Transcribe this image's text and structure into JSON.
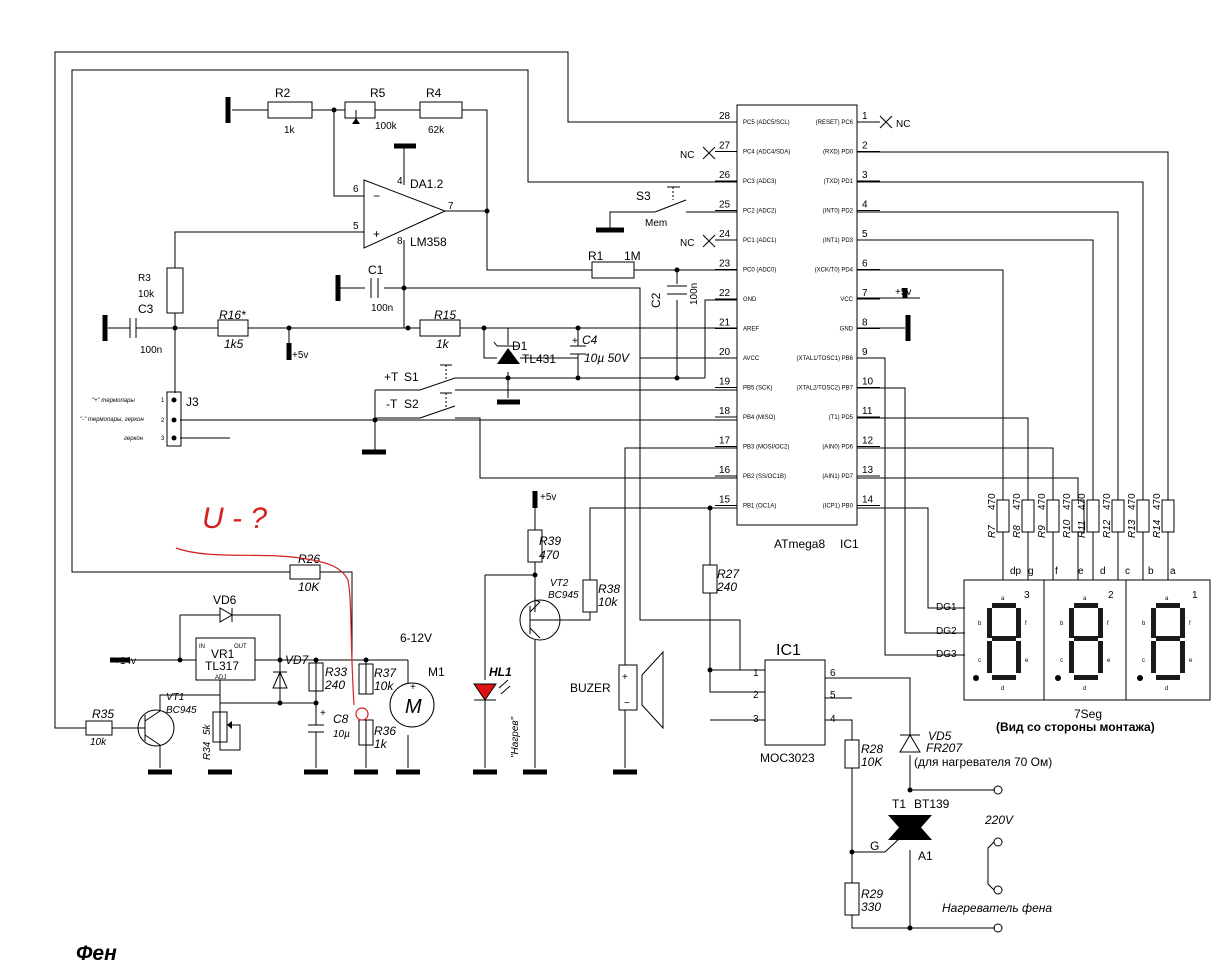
{
  "title": "Фен",
  "mcu": {
    "name": "ATmega8",
    "ref": "IC1",
    "left_pins": [
      {
        "num": "28",
        "label": "PC5 (ADC5/SCL)"
      },
      {
        "num": "27",
        "label": "PC4 (ADC4/SDA)"
      },
      {
        "num": "26",
        "label": "PC3 (ADC3)"
      },
      {
        "num": "25",
        "label": "PC2 (ADC2)"
      },
      {
        "num": "24",
        "label": "PC1 (ADC1)"
      },
      {
        "num": "23",
        "label": "PC0 (ADC0)"
      },
      {
        "num": "22",
        "label": "GND"
      },
      {
        "num": "21",
        "label": "AREF"
      },
      {
        "num": "20",
        "label": "AVCC"
      },
      {
        "num": "19",
        "label": "PB5 (SCK)"
      },
      {
        "num": "18",
        "label": "PB4 (MISO)"
      },
      {
        "num": "17",
        "label": "PB3 (MOSI/OC2)"
      },
      {
        "num": "16",
        "label": "PB2 (SS/OC1B)"
      },
      {
        "num": "15",
        "label": "PB1 (OC1A)"
      }
    ],
    "right_pins": [
      {
        "num": "1",
        "label": "(RESET) PC6"
      },
      {
        "num": "2",
        "label": "(RXD) PD0"
      },
      {
        "num": "3",
        "label": "(TXD) PD1"
      },
      {
        "num": "4",
        "label": "(INT0) PD2"
      },
      {
        "num": "5",
        "label": "(INT1) PD3"
      },
      {
        "num": "6",
        "label": "(XCK/T0) PD4"
      },
      {
        "num": "7",
        "label": "VCC"
      },
      {
        "num": "8",
        "label": "GND"
      },
      {
        "num": "9",
        "label": "(XTAL1/TOSC1) PB6"
      },
      {
        "num": "10",
        "label": "(XTAL2/TOSC2) PB7"
      },
      {
        "num": "11",
        "label": "(T1) PD5"
      },
      {
        "num": "12",
        "label": "(AIN0) PD6"
      },
      {
        "num": "13",
        "label": "(AIN1) PD7"
      },
      {
        "num": "14",
        "label": "(ICP1) PB0"
      }
    ]
  },
  "opamp": {
    "ref": "DA1.2",
    "part": "LM358",
    "pin_minus": "6",
    "pin_plus": "5",
    "pin_out": "7",
    "pin_v": "4",
    "pin_g": "8",
    "minus": "−",
    "plus": "+"
  },
  "labels": {
    "nc": "NC",
    "plus5v": "+5v",
    "plus14v": "+14v",
    "s3": "S3",
    "mem": "Mem",
    "s1": "S1",
    "s2": "S2",
    "plusT": "+T",
    "minusT": "-T",
    "j3": "J3",
    "j3_1": "\"+\" термопары",
    "j3_2": "\"-\" термопары, геркон",
    "j3_3": "геркон",
    "j3_n1": "1",
    "j3_n2": "2",
    "j3_n3": "3",
    "hl1": "HL1",
    "nagrev": "\"Нагрев\"",
    "buzer": "BUZER",
    "m1": "M1",
    "m1v": "6-12V",
    "m1sym": "M",
    "vr1": "VR1",
    "tl317": "TL317",
    "in": "IN",
    "out": "OUT",
    "adj": "ADJ",
    "vd6": "VD6",
    "vd7": "VD7",
    "vt1": "VT1",
    "vt1p": "BC945",
    "vt2": "VT2",
    "vt2p": "BC945",
    "d1": "D1",
    "d1p": "TL431",
    "ic1b": "IC1",
    "moc": "MOC3023",
    "moc_1": "1",
    "moc_2": "2",
    "moc_3": "3",
    "moc_4": "4",
    "moc_5": "5",
    "moc_6": "6",
    "vd5": "VD5",
    "vd5p": "FR207",
    "vd5note": "(для нагревателя 70 Ом)",
    "t1": "T1",
    "t1p": "BT139",
    "g": "G",
    "a1": "A1",
    "v220": "220V",
    "heater": "Нагреватель фена",
    "seg7": "7Seg",
    "seg_note": "(Вид со стороны монтажа)",
    "dg1": "DG1",
    "dg2": "DG2",
    "dg3": "DG3",
    "dig3": "3",
    "dig2": "2",
    "dig1": "1",
    "annot": "U - ?"
  },
  "resistors": [
    {
      "ref": "R2",
      "val": "1k"
    },
    {
      "ref": "R5",
      "val": "100k"
    },
    {
      "ref": "R4",
      "val": "62k"
    },
    {
      "ref": "R3",
      "val": "10k"
    },
    {
      "ref": "R16*",
      "val": "1k5"
    },
    {
      "ref": "R15",
      "val": "1k"
    },
    {
      "ref": "R1",
      "val": "1M"
    },
    {
      "ref": "R26",
      "val": "10K"
    },
    {
      "ref": "R35",
      "val": "10k"
    },
    {
      "ref": "R33",
      "val": "240"
    },
    {
      "ref": "R37",
      "val": "10k"
    },
    {
      "ref": "R36",
      "val": "1k"
    },
    {
      "ref": "R34",
      "val": "5k"
    },
    {
      "ref": "R39",
      "val": "470"
    },
    {
      "ref": "R38",
      "val": "10k"
    },
    {
      "ref": "R27",
      "val": "240"
    },
    {
      "ref": "R28",
      "val": "10K"
    },
    {
      "ref": "R29",
      "val": "330"
    }
  ],
  "caps": [
    {
      "ref": "C3",
      "val": "100n"
    },
    {
      "ref": "C1",
      "val": "100n"
    },
    {
      "ref": "C2",
      "val": "100n"
    },
    {
      "ref": "C4",
      "val": "10µ 50V"
    },
    {
      "ref": "C8",
      "val": "10µ"
    }
  ],
  "seg_res": [
    {
      "ref": "R7",
      "val": "470"
    },
    {
      "ref": "R8",
      "val": "470"
    },
    {
      "ref": "R9",
      "val": "470"
    },
    {
      "ref": "R10",
      "val": "470"
    },
    {
      "ref": "R11",
      "val": "470"
    },
    {
      "ref": "R12",
      "val": "470"
    },
    {
      "ref": "R13",
      "val": "470"
    },
    {
      "ref": "R14",
      "val": "470"
    }
  ],
  "seg_pins": [
    "dp",
    "g",
    "f",
    "e",
    "d",
    "c",
    "b",
    "a"
  ],
  "digit_segs": {
    "a": "a",
    "b": "b",
    "c": "c",
    "d": "d",
    "e": "e",
    "f": "f"
  },
  "colors": {
    "annotation": "#d42020",
    "led": "#dd1111",
    "wire": "#000000"
  }
}
